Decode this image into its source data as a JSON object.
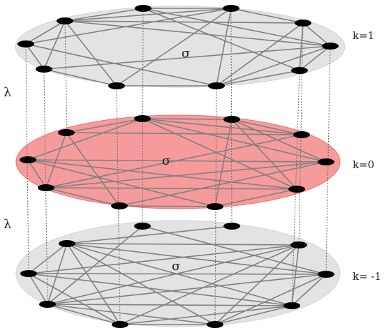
{
  "colors": {
    "plane_gray": "#e0e0e0",
    "plane_red": "#f58a8a",
    "node": "#000000",
    "edge": "#808080",
    "link": "#666666"
  },
  "layers": [
    {
      "k_label": "k=1",
      "sigma": "σ",
      "fill_color": "#e0e0e0"
    },
    {
      "k_label": "k=0",
      "sigma": "σ",
      "fill_color": "#f58a8a"
    },
    {
      "k_label": "k= -1",
      "sigma": "σ",
      "fill_color": "#e0e0e0"
    }
  ],
  "interlayer_labels": [
    "λ",
    "λ"
  ]
}
